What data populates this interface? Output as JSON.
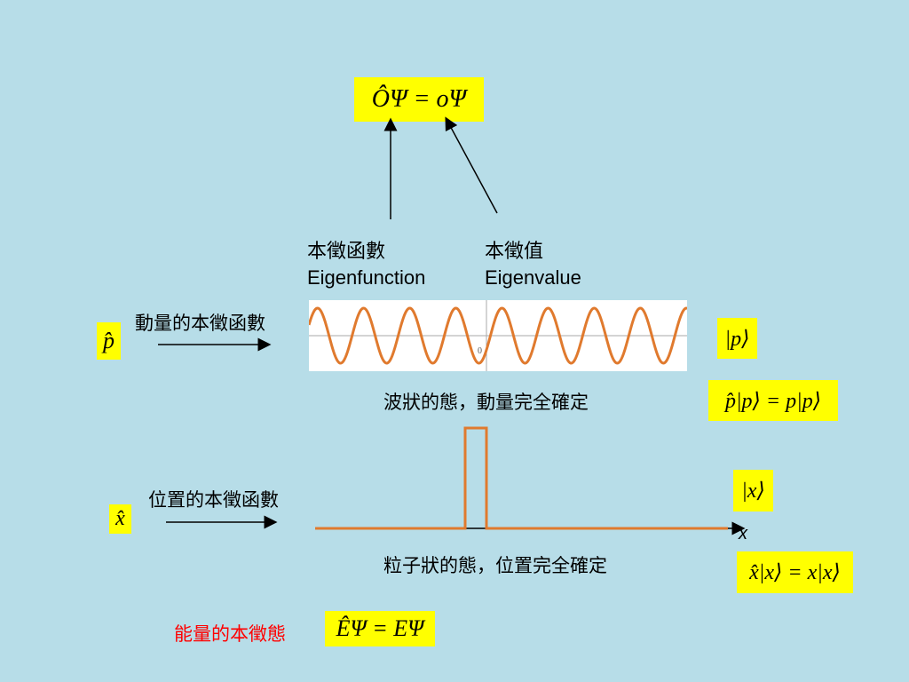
{
  "equation_main": {
    "text": "ÔΨ = oΨ"
  },
  "labels": {
    "eigenfunction_zh": "本徵函數",
    "eigenfunction_en": "Eigenfunction",
    "eigenvalue_zh": "本徵值",
    "eigenvalue_en": "Eigenvalue"
  },
  "momentum": {
    "operator": "p̂",
    "caption": "動量的本徵函數",
    "ket": "|p⟩",
    "equation": "p̂|p⟩ = p|p⟩",
    "wave_axis_label": "0",
    "state_text": "波狀的態，動量完全確定"
  },
  "position": {
    "operator": "x̂",
    "caption": "位置的本徵函數",
    "ket": "|x⟩",
    "equation": "x̂|x⟩ = x|x⟩",
    "axis_label": "x",
    "state_text": "粒子狀的態，位置完全確定"
  },
  "energy": {
    "caption": "能量的本徵態",
    "equation": "ÊΨ = EΨ"
  },
  "colors": {
    "background": "#b7dde8",
    "highlight": "#ffff00",
    "wave": "#e07a2e",
    "energy_caption": "#ff0000"
  }
}
